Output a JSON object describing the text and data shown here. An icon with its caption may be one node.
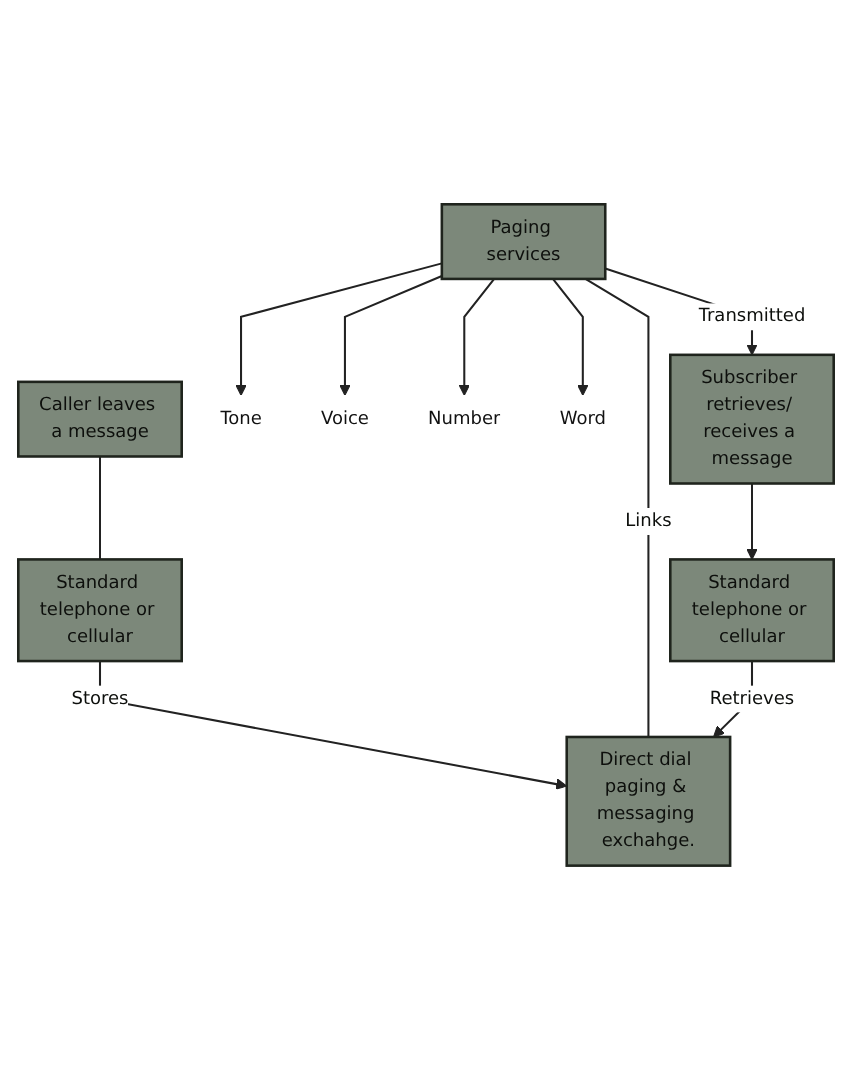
{
  "diagram": {
    "nodes": [
      {
        "text": [
          "Caller leaves a message"
        ]
      },
      {
        "text": [
          "Standard telephone or cellular"
        ]
      },
      {
        "text": [
          "Paging services"
        ]
      },
      {
        "text": [
          "Tone"
        ]
      },
      {
        "text": [
          "Voice"
        ]
      },
      {
        "text": [
          "Number"
        ]
      },
      {
        "text": [
          "Word"
        ]
      },
      {
        "text": [
          "Direct dial paging & messaging exchahge."
        ]
      },
      {
        "text": [
          "Subscriber retrieves/ receives a message"
        ]
      },
      {
        "text": [
          "Standard telephone or cellular"
        ]
      }
    ],
    "edges": [
      {
        "from": 0,
        "to": 1,
        "arrow": "none"
      },
      {
        "from": 1,
        "to": 7,
        "arrow": "to",
        "label": "Stores"
      },
      {
        "from": 2,
        "to": 7,
        "arrow": "none",
        "label": "Links"
      },
      {
        "from": 2,
        "to": 3,
        "arrow": "to"
      },
      {
        "from": 2,
        "to": 4,
        "arrow": "to"
      },
      {
        "from": 2,
        "to": 5,
        "arrow": "to"
      },
      {
        "from": 2,
        "to": 6,
        "arrow": "to"
      },
      {
        "from": 2,
        "to": 8,
        "arrow": "to",
        "label": "Transmitted"
      },
      {
        "from": 9,
        "to": 7,
        "arrow": "to",
        "label": "Retrieves"
      },
      {
        "from": 8,
        "to": 9,
        "arrow": "to"
      }
    ]
  }
}
